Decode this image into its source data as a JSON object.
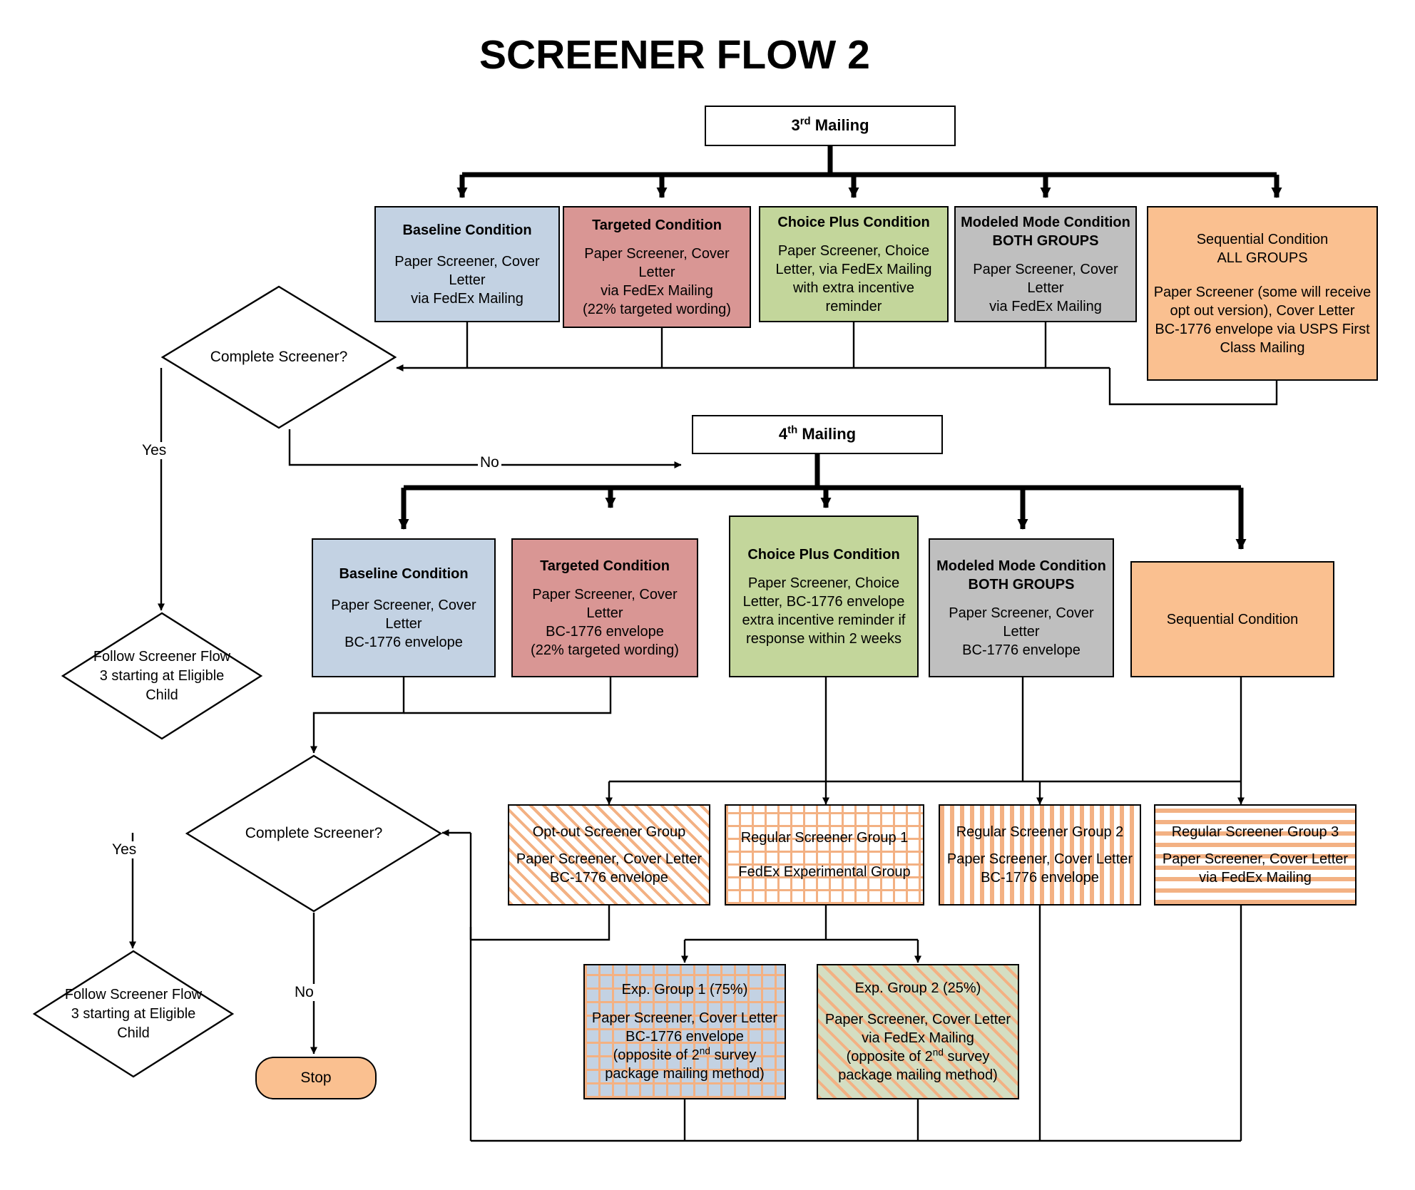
{
  "title": "SCREENER FLOW 2",
  "mailings": {
    "third": "3rd Mailing",
    "third_sup_base": "3",
    "third_sup": "rd",
    "third_rest": " Mailing",
    "fourth_sup_base": "4",
    "fourth_sup": "th",
    "fourth_rest": " Mailing",
    "fourth": "4th Mailing"
  },
  "round3": {
    "baseline": {
      "header": "Baseline Condition",
      "body": "Paper Screener, Cover Letter\nvia FedEx Mailing",
      "color": "#c3d2e3"
    },
    "targeted": {
      "header": "Targeted Condition",
      "body": "Paper Screener, Cover Letter\nvia FedEx Mailing\n(22% targeted wording)",
      "color": "#d99694"
    },
    "choice_plus": {
      "header": "Choice Plus Condition",
      "body": "Paper Screener, Choice Letter, via FedEx Mailing with extra incentive reminder",
      "color": "#c3d69b"
    },
    "modeled_mode": {
      "header": "Modeled Mode Condition\nBOTH GROUPS",
      "body": "Paper Screener, Cover Letter\nvia FedEx Mailing",
      "color": "#bfbfbf"
    },
    "sequential": {
      "header": "Sequential Condition\nALL GROUPS",
      "body": "Paper Screener (some will receive opt out version), Cover Letter\nBC-1776 envelope via USPS First Class Mailing",
      "color": "#fac090"
    }
  },
  "round4": {
    "baseline": {
      "header": "Baseline Condition",
      "body": "Paper Screener, Cover Letter\nBC-1776 envelope",
      "color": "#c3d2e3"
    },
    "targeted": {
      "header": "Targeted Condition",
      "body": "Paper Screener, Cover Letter\nBC-1776 envelope\n(22% targeted wording)",
      "color": "#d99694"
    },
    "choice_plus": {
      "header": "Choice Plus Condition",
      "body": "Paper Screener, Choice Letter, BC-1776 envelope extra incentive reminder if response within 2 weeks",
      "color": "#c3d69b"
    },
    "modeled_mode": {
      "header": "Modeled Mode Condition\nBOTH GROUPS",
      "body": "Paper Screener, Cover Letter\nBC-1776 envelope",
      "color": "#bfbfbf"
    },
    "sequential": {
      "header": "Sequential Condition",
      "body": "",
      "color": "#fac090"
    }
  },
  "screener_groups": {
    "opt_out": {
      "header": "Opt-out Screener Group",
      "body": "Paper Screener, Cover Letter\nBC-1776 envelope",
      "pattern": "diagonal-hatch"
    },
    "regular1": {
      "header": "Regular Screener Group 1",
      "body": "FedEx Experimental Group",
      "pattern": "grid"
    },
    "regular2": {
      "header": "Regular Screener Group 2",
      "body": "Paper Screener, Cover Letter\nBC-1776 envelope",
      "pattern": "vertical-stripes"
    },
    "regular3": {
      "header": "Regular Screener Group 3",
      "body": "Paper Screener, Cover Letter\nvia FedEx Mailing",
      "pattern": "horizontal-stripes"
    }
  },
  "exp_groups": {
    "group1": {
      "header": "Exp. Group 1 (75%)",
      "body_line1": "Paper Screener, Cover Letter",
      "body_line2": "BC-1776 envelope",
      "body_line3_a": "(opposite of 2",
      "body_line3_sup": "nd",
      "body_line3_b": " survey package mailing method)",
      "pattern": "grid-on-blue"
    },
    "group2": {
      "header": "Exp. Group 2 (25%)",
      "body_line1": "Paper Screener, Cover Letter via FedEx Mailing",
      "body_line3_a": "(opposite of 2",
      "body_line3_sup": "nd",
      "body_line3_b": " survey package mailing method)",
      "pattern": "diagonal-hatch-on-green"
    }
  },
  "decisions": {
    "complete_screener_1": "Complete Screener?",
    "complete_screener_2": "Complete Screener?",
    "follow_flow_1": "Follow Screener Flow 3 starting at Eligible Child",
    "follow_flow_2": "Follow Screener Flow 3 starting at Eligible Child"
  },
  "labels": {
    "yes_1": "Yes",
    "no_1": "No",
    "yes_2": "Yes",
    "no_2": "No"
  },
  "terminal": {
    "stop": "Stop"
  }
}
